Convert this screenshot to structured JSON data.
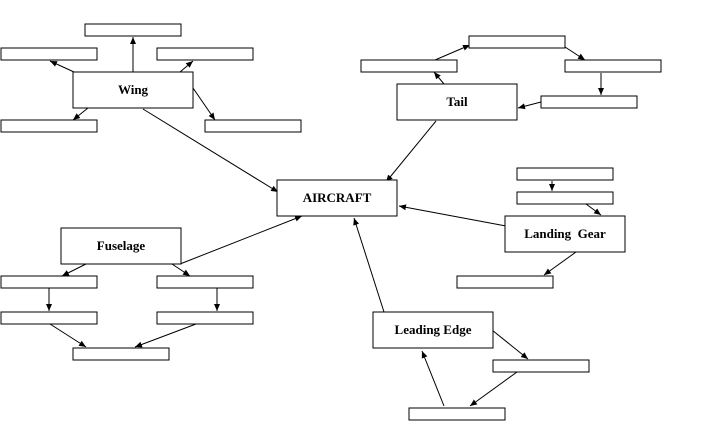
{
  "nodes": {
    "aircraft": "AIRCRAFT",
    "wing": "Wing",
    "tail": "Tail",
    "fuselage": "Fuselage",
    "landing_gear": "Landing  Gear",
    "leading_edge": "Leading Edge"
  },
  "colors": {
    "stroke": "#000000",
    "fill": "#ffffff",
    "text": "#000000"
  }
}
